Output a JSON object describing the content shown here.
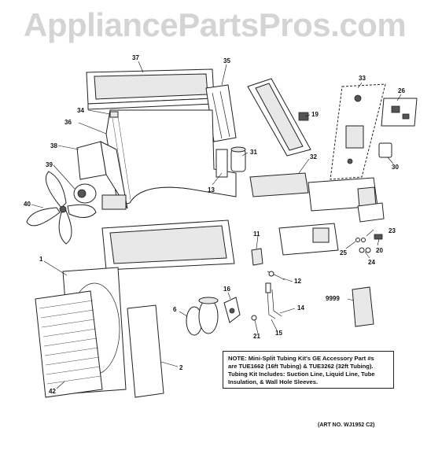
{
  "watermark": "AppliancePartsPros.com",
  "note": {
    "line1": "NOTE: Mini-Split Tubing Kit's GE Accessory Part #s",
    "line2": "are TUE1662 (16ft Tubing) & TUE3262 (32ft Tubing).",
    "line3": "Tubing Kit Includes: Suction Line, Liquid Line, Tube",
    "line4": "Insulation, & Wall Hole Sleeves."
  },
  "art_number": "(ART NO. WJ1952 C2)",
  "callouts": {
    "c1": "1",
    "c2": "2",
    "c6": "6",
    "c11": "11",
    "c12": "12",
    "c13": "13",
    "c14": "14",
    "c15": "15",
    "c16": "16",
    "c19": "19",
    "c20": "20",
    "c21": "21",
    "c23": "23",
    "c24": "24",
    "c25": "25",
    "c26": "26",
    "c30": "30",
    "c31": "31",
    "c32": "32",
    "c33": "33",
    "c34": "34",
    "c35": "35",
    "c36": "36",
    "c37": "37",
    "c38": "38",
    "c39": "39",
    "c40": "40",
    "c42": "42",
    "c9999": "9999"
  }
}
